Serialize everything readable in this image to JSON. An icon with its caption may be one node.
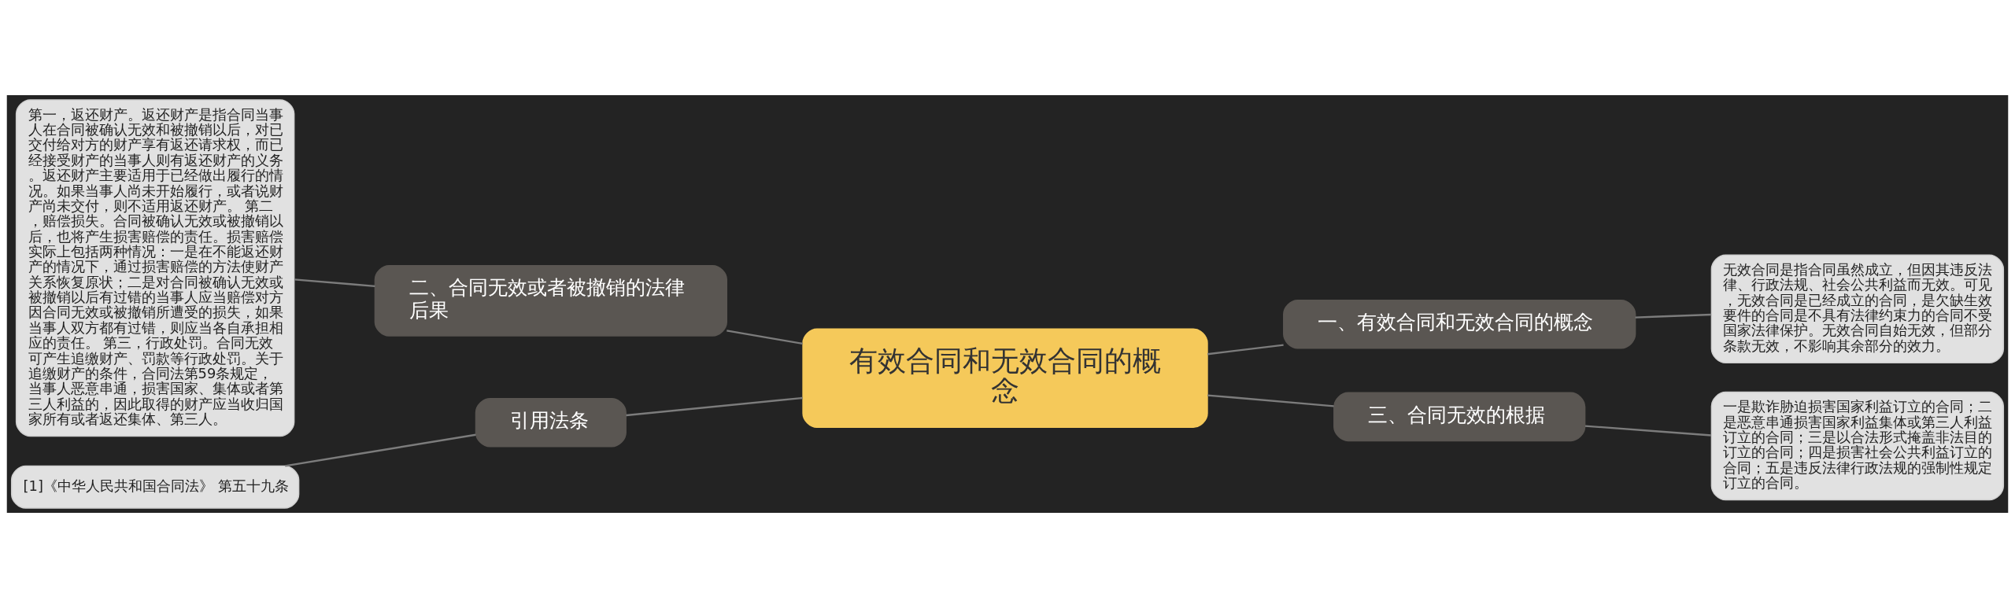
{
  "diagram": {
    "nodes": [
      {
        "text": [
          "有效合同和无效合同的概念"
        ]
      },
      {
        "text": [
          "一、有效合同和无效合同的概念"
        ]
      },
      {
        "text": [
          "无效合同是指合同虽然成立，但因其违反法律、行政法规、社会公共利益而无效。可见，无效合同是已经成立的合同，是欠缺生效要件的合同是不具有法律约束力的合同不受国家法律保护。无效合同自始无效，但部分条款无效，不影响其余部分的效力。"
        ]
      },
      {
        "text": [
          "二、合同无效或者被撤销的法律后果"
        ]
      },
      {
        "text": [
          "第一，返还财产。返还财产是指合同当事人在合同被确认无效和被撤销以后，对已交付给对方的财产享有返还请求权，而已经接受财产的当事人则有返还财产的义务。返还财产主要适用于已经做出履行的情况。如果当事人尚未开始履行，或者说财产尚未交付，则不适用返还财产。 第二，赔偿损失。合同被确认无效或被撤销以后，也将产生损害赔偿的责任。损害赔偿实际上包括两种情况：一是在不能返还财产的情况下，通过损害赔偿的方法使财产关系恢复原状；二是对合同被确认无效或被撤销以后有过错的当事人应当赔偿对方因合同无效或被撤销所遭受的损失，如果当事人双方都有过错，则应当各自承担相应的责任。 第三，行政处罚。合同无效可产生追缴财产、罚款等行政处罚。关于追缴财产的条件，合同法第59条规定，当事人恶意串通，损害国家、集体或者第三人利益的，因此取得的财产应当收归国家所有或者返还集体、第三人。"
        ]
      },
      {
        "text": [
          "三、合同无效的根据"
        ]
      },
      {
        "text": [
          "一是欺诈胁迫损害国家利益订立的合同；二是恶意串通损害国家利益集体或第三人利益订立的合同；三是以合法形式掩盖非法目的订立的合同；四是损害社会公共利益订立的合同；五是违反法律行政法规的强制性规定订立的合同。"
        ]
      },
      {
        "text": [
          "引用法条"
        ]
      },
      {
        "text": [
          "[1]《中华人民共和国合同法》 第五十九条"
        ]
      }
    ],
    "edges": [
      {
        "from": 0,
        "to": 1,
        "arrow": "none"
      },
      {
        "from": 1,
        "to": 2,
        "arrow": "none"
      },
      {
        "from": 3,
        "to": 0,
        "arrow": "none"
      },
      {
        "from": 4,
        "to": 3,
        "arrow": "none"
      },
      {
        "from": 0,
        "to": 5,
        "arrow": "none"
      },
      {
        "from": 5,
        "to": 6,
        "arrow": "none"
      },
      {
        "from": 7,
        "to": 0,
        "arrow": "none"
      },
      {
        "from": 8,
        "to": 7,
        "arrow": "none"
      }
    ]
  }
}
